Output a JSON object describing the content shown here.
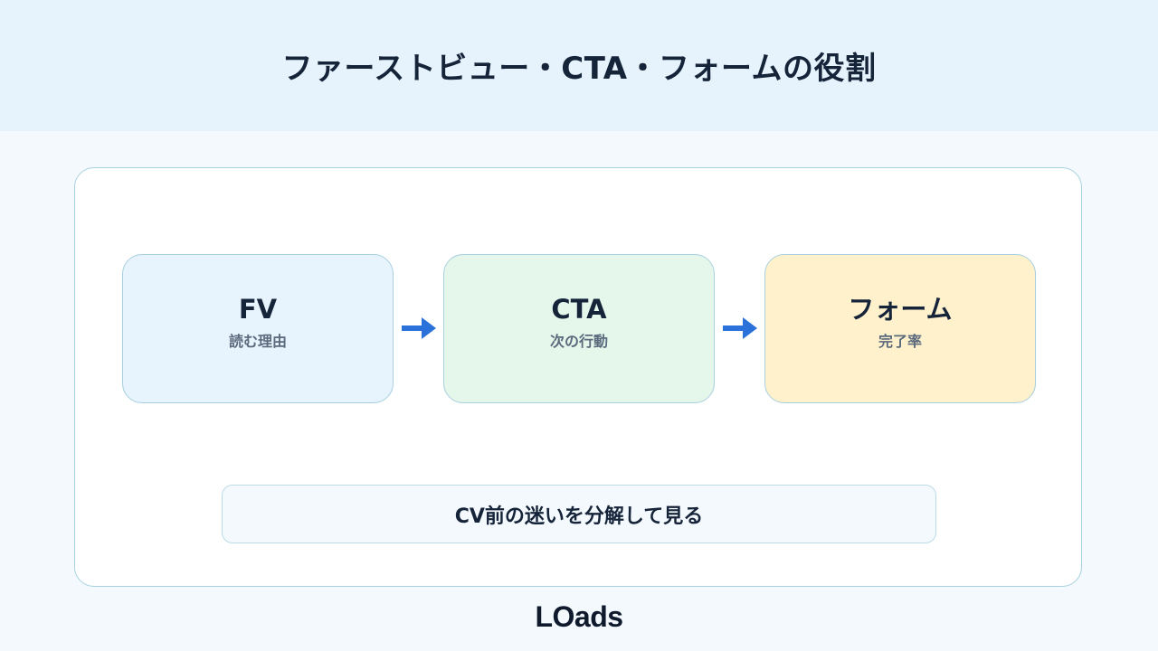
{
  "header": {
    "title": "ファーストビュー・CTA・フォームの役割"
  },
  "steps": [
    {
      "title": "FV",
      "subtitle": "読む理由",
      "color": "#e7f3fd"
    },
    {
      "title": "CTA",
      "subtitle": "次の行動",
      "color": "#e5f6ea"
    },
    {
      "title": "フォーム",
      "subtitle": "完了率",
      "color": "#fff1cb"
    }
  ],
  "arrows": {
    "icon": "arrow-right-icon",
    "color": "#2a72d9"
  },
  "summary": {
    "text": "CV前の迷いを分解して見る"
  },
  "footer": {
    "logo": "LOads"
  }
}
